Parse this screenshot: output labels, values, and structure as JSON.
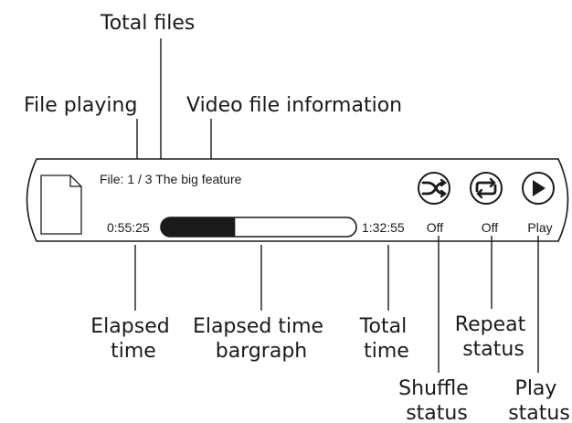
{
  "player": {
    "file_label": "File: 1 / 3 The big feature",
    "elapsed": "0:55:25",
    "total": "1:32:55",
    "progress_fraction": 0.38,
    "shuffle_status": "Off",
    "repeat_status": "Off",
    "play_status": "Play"
  },
  "icons": {
    "file": "document-icon",
    "shuffle": "shuffle-icon",
    "repeat": "repeat-icon",
    "play": "play-icon"
  },
  "callouts": {
    "total_files": "Total  files",
    "file_playing": "File playing",
    "video_info": "Video file information",
    "elapsed_time": [
      "Elapsed",
      "time"
    ],
    "elapsed_bargraph": [
      "Elapsed time",
      "bargraph"
    ],
    "total_time": [
      "Total",
      "time"
    ],
    "repeat_status": [
      "Repeat",
      "status"
    ],
    "shuffle_status": [
      "Shuffle",
      "status"
    ],
    "play_status": [
      "Play",
      "status"
    ]
  }
}
